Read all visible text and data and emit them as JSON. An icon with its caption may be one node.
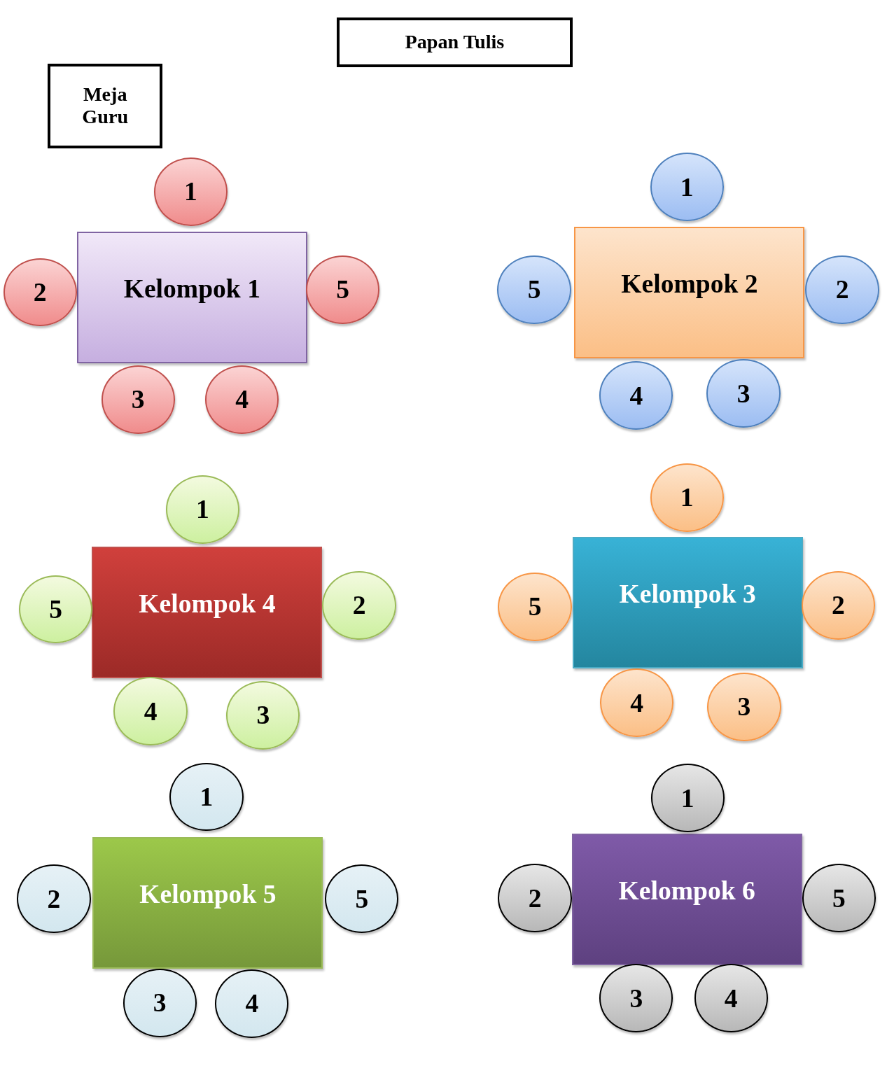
{
  "diagram": {
    "nodes": [
      {
        "text": [
          "Papan Tulis"
        ]
      },
      {
        "text": [
          "Meja Guru"
        ]
      },
      {
        "text": [
          "Kelompok 1"
        ]
      },
      {
        "text": [
          "1"
        ]
      },
      {
        "text": [
          "2"
        ]
      },
      {
        "text": [
          "5"
        ]
      },
      {
        "text": [
          "3"
        ]
      },
      {
        "text": [
          "4"
        ]
      },
      {
        "text": [
          "Kelompok 2"
        ]
      },
      {
        "text": [
          "1"
        ]
      },
      {
        "text": [
          "5"
        ]
      },
      {
        "text": [
          "2"
        ]
      },
      {
        "text": [
          "4"
        ]
      },
      {
        "text": [
          "3"
        ]
      },
      {
        "text": [
          "Kelompok 4"
        ]
      },
      {
        "text": [
          "1"
        ]
      },
      {
        "text": [
          "5"
        ]
      },
      {
        "text": [
          "2"
        ]
      },
      {
        "text": [
          "4"
        ]
      },
      {
        "text": [
          "3"
        ]
      },
      {
        "text": [
          "Kelompok 3"
        ]
      },
      {
        "text": [
          "1"
        ]
      },
      {
        "text": [
          "5"
        ]
      },
      {
        "text": [
          "2"
        ]
      },
      {
        "text": [
          "4"
        ]
      },
      {
        "text": [
          "3"
        ]
      },
      {
        "text": [
          "Kelompok 5"
        ]
      },
      {
        "text": [
          "1"
        ]
      },
      {
        "text": [
          "2"
        ]
      },
      {
        "text": [
          "5"
        ]
      },
      {
        "text": [
          "3"
        ]
      },
      {
        "text": [
          "4"
        ]
      },
      {
        "text": [
          "Kelompok 6"
        ]
      },
      {
        "text": [
          "1"
        ]
      },
      {
        "text": [
          "2"
        ]
      },
      {
        "text": [
          "5"
        ]
      },
      {
        "text": [
          "3"
        ]
      },
      {
        "text": [
          "4"
        ]
      }
    ]
  }
}
